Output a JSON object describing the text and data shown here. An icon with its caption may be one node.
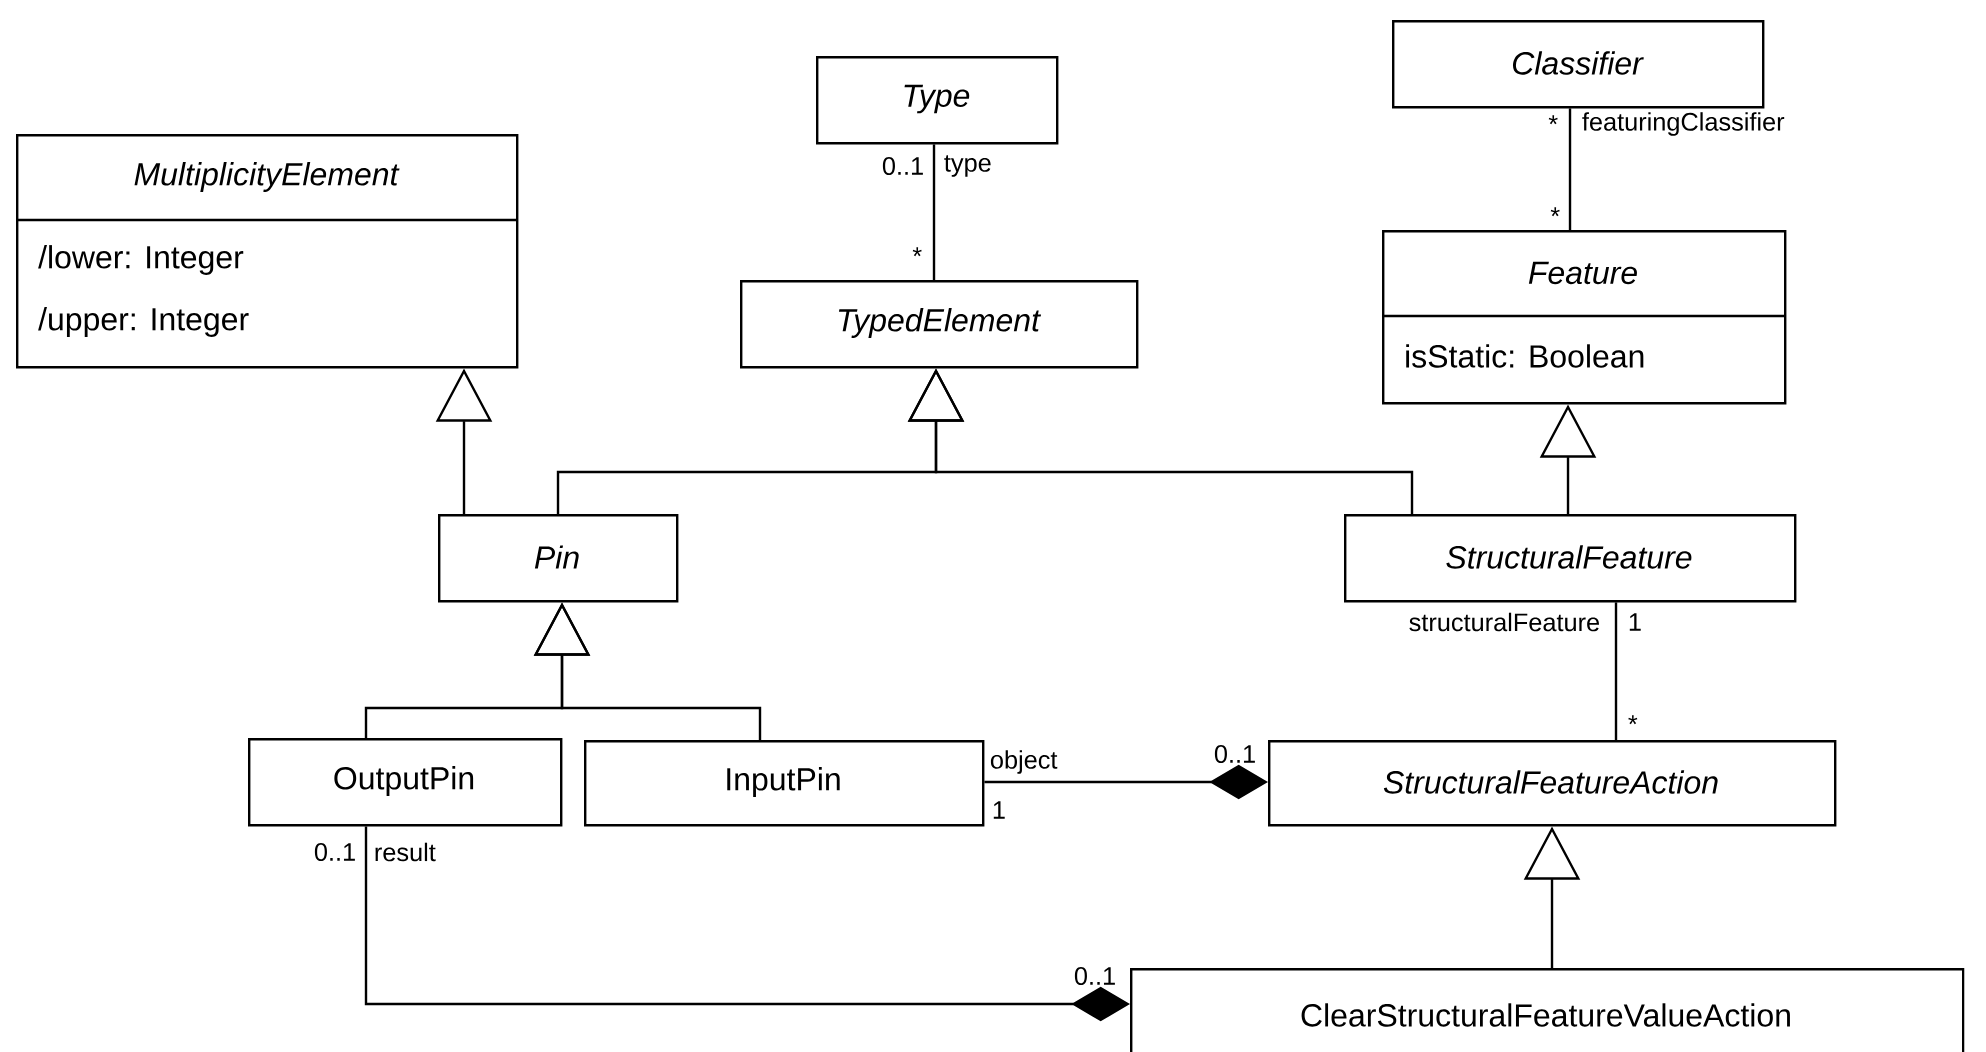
{
  "diagram": {
    "nodes": [
      {
        "text": [
          "MultiplicityElement",
          "/lower: Integer",
          "/upper: Integer"
        ]
      },
      {
        "text": [
          "Type"
        ]
      },
      {
        "text": [
          "TypedElement"
        ]
      },
      {
        "text": [
          "Classifier"
        ]
      },
      {
        "text": [
          "Feature",
          "isStatic: Boolean"
        ]
      },
      {
        "text": [
          "Pin"
        ]
      },
      {
        "text": [
          "StructuralFeature"
        ]
      },
      {
        "text": [
          "OutputPin"
        ]
      },
      {
        "text": [
          "InputPin"
        ]
      },
      {
        "text": [
          "StructuralFeatureAction"
        ]
      },
      {
        "text": [
          "ClearStructuralFeatureValueAction"
        ]
      }
    ],
    "edges": [
      {
        "from": 5,
        "to": 0,
        "arrow": "to"
      },
      {
        "from": 5,
        "to": 2,
        "arrow": "to"
      },
      {
        "from": 6,
        "to": 2,
        "arrow": "to"
      },
      {
        "from": 6,
        "to": 4,
        "arrow": "to"
      },
      {
        "from": 7,
        "to": 5,
        "arrow": "to"
      },
      {
        "from": 8,
        "to": 5,
        "arrow": "to"
      },
      {
        "from": 10,
        "to": 9,
        "arrow": "to"
      },
      {
        "from": 2,
        "to": 1,
        "arrow": "none",
        "label": "type"
      },
      {
        "from": 4,
        "to": 3,
        "arrow": "none",
        "label": "featuringClassifier"
      },
      {
        "from": 9,
        "to": 6,
        "arrow": "none",
        "label": "structuralFeature"
      },
      {
        "from": 8,
        "to": 9,
        "arrow": "other",
        "label": "object"
      },
      {
        "from": 7,
        "to": 10,
        "arrow": "other",
        "label": "result"
      }
    ],
    "labels": [
      "*",
      "0..1",
      "*",
      "*",
      "1",
      "*",
      "0..1",
      "1",
      "0..1",
      "0..1"
    ]
  }
}
